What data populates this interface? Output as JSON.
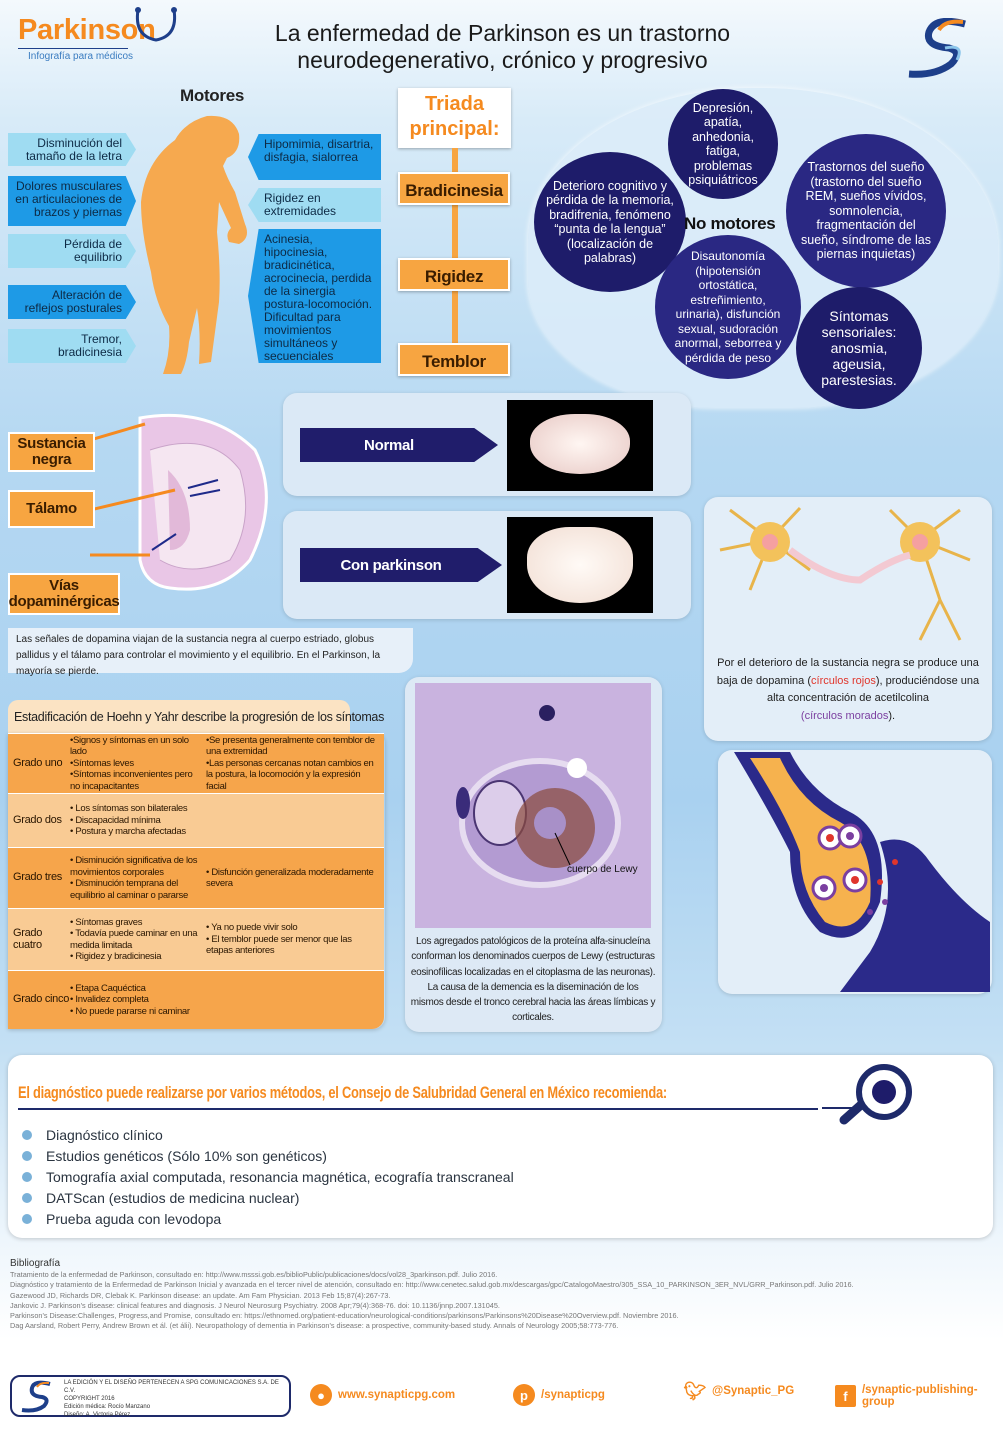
{
  "header": {
    "logo": "Parkinson",
    "logo_sub": "Infografía para médicos",
    "title_line1": "La enfermedad de Parkinson es un trastorno",
    "title_line2": "neurodegenerativo, crónico y progresivo"
  },
  "motores": {
    "title": "Motores",
    "left": [
      "Disminución del tamaño de la letra",
      "Dolores musculares en articulaciones de brazos y piernas",
      "Pérdida de equilibrio",
      "Alteración de reflejos posturales",
      "Tremor, bradicinesia"
    ],
    "right": [
      "Hipomimia, disartria, disfagia, sialorrea",
      "Rigidez en extremidades",
      "Acinesia, hipocinesia, bradicinética, acrocinecia, perdida de la sinergia postura-locomoción. Dificultad para movimientos simultáneos y secuenciales"
    ]
  },
  "triada": {
    "title": "Triada principal:",
    "items": [
      "Bradicinesia",
      "Rigidez",
      "Temblor"
    ]
  },
  "no_motores": {
    "title": "No motores",
    "items": [
      "Depresión, apatía, anhedonia, fatiga, problemas psiquiátricos",
      "Deterioro cognitivo y pérdida de la memoria, bradifrenia, fenómeno “punta de la lengua” (localización de palabras)",
      "Trastornos del sueño (trastorno del sueño REM, sueños vívidos, somnolencia, fragmentación del sueño, síndrome de las piernas inquietas)",
      "Disautonomía (hipotensión ortostática, estreñimiento, urinaria), disfunción sexual, sudoración anormal, seborrea y pérdida de peso",
      "Síntomas sensoriales: anosmia, ageusia, parestesias."
    ]
  },
  "brain": {
    "labels": [
      "Sustancia negra",
      "Tálamo",
      "Vías dopaminérgicas"
    ],
    "caption": "Las  señales de dopamina viajan de la sustancia negra al cuerpo  estriado, globus pallidus y el tálamo para controlar el movimiento y el equilibrio. En el Parkinson, la mayoría se pierde.",
    "normal": "Normal",
    "parkinson": "Con parkinson"
  },
  "neuron": {
    "caption_a": "Por el deterioro de la sustancia negra se produce una baja de dopamina (",
    "red": "círculos rojos",
    "caption_b": "), produciéndose una alta concentración de acetilcolina",
    "purple_open": "(",
    "purple": "círculos morados",
    "caption_c": ").",
    "red_color": "#e0352b",
    "purple_color": "#7b3fa0"
  },
  "hoehn": {
    "title": "Estadificación de Hoehn y Yahr describe la progresión de los síntomas",
    "rows": [
      {
        "grade": "Grado uno",
        "c1": [
          "•Signos y síntomas en un solo lado",
          "•Síntomas leves",
          "•Síntomas inconvenientes pero no incapacitantes"
        ],
        "c2": [
          "•Se presenta generalmente con temblor de una extremidad",
          "•Las personas cercanas notan cambios en la postura, la locomoción y la expresión facial"
        ]
      },
      {
        "grade": "Grado dos",
        "c1": [
          "• Los síntomas son bilaterales",
          "• Discapacidad mínima",
          "• Postura y marcha afectadas"
        ],
        "c2": []
      },
      {
        "grade": "Grado tres",
        "c1": [
          "• Disminución significativa de los movimientos corporales",
          "• Disminución temprana del equilibrio al caminar o pararse"
        ],
        "c2": [
          "• Disfunción generalizada moderadamente severa"
        ]
      },
      {
        "grade": "Grado cuatro",
        "c1": [
          "• Síntomas graves",
          "• Todavía puede caminar en una medida limitada",
          "• Rigidez y bradicinesia"
        ],
        "c2": [
          "• Ya no puede vivir solo",
          "• El temblor puede ser menor que las etapas anteriores"
        ]
      },
      {
        "grade": "Grado cinco",
        "c1": [
          "• Etapa Caquéctica",
          "• Invalidez completa",
          "• No puede pararse ni caminar"
        ],
        "c2": []
      }
    ]
  },
  "lewy": {
    "label": "cuerpo de Lewy",
    "caption": "Los agregados patológicos de la proteína alfa-sinucleína conforman los denominados cuerpos de Lewy (estructuras eosinofílicas localizadas en el citoplasma de las neuronas). La causa de la demencia es la diseminación de los mismos desde el tronco cerebral hacia las áreas límbicas y corticales."
  },
  "diagnosis": {
    "title": "El diagnóstico puede realizarse por varios métodos, el Consejo de Salubridad General en México recomienda:",
    "items": [
      "Diagnóstico clínico",
      "Estudios genéticos (Sólo 10% son genéticos)",
      "Tomografía axial computada, resonancia magnética, ecografía transcraneal",
      "DATScan (estudios de medicina nuclear)",
      "Prueba aguda con levodopa"
    ]
  },
  "bibliography": {
    "title": "Bibliografía",
    "items": [
      "Tratamiento de la enfermedad de Parkinson, consultado en: http://www.msssi.gob.es/biblioPublic/publicaciones/docs/vol28_3parkinson.pdf. Julio 2016.",
      "Diagnóstico y tratamiento de la Enfermedad de Parkinson Inicial y avanzada en el tercer nivel de atención, consultado en: http://www.cenetec.salud.gob.mx/descargas/gpc/CatalogoMaestro/305_SSA_10_PARKINSON_3ER_NVL/GRR_Parkinson.pdf. Julio 2016.",
      "Gazewood JD, Richards DR, Clebak K. Parkinson disease: an update. Am Fam Physician. 2013 Feb 15;87(4):267-73.",
      "Jankovic J. Parkinson's disease: clinical features and diagnosis. J Neurol Neurosurg Psychiatry. 2008 Apr;79(4):368-76. doi: 10.1136/jnnp.2007.131045.",
      "Parkinson's Disease:Challenges, Progress,and Promise, consultado en: https://ethnomed.org/patient-education/neurological-conditions/parkinsons/Parkinsons%20Disease%20Overview.pdf. Noviembre 2016.",
      "Dag Aarsland, Robert Perry, Andrew Brown et ál. (et álii). Neuropathology of dementia in Parkinson's disease: a prospective, community-based study. Annals of Neurology 2005;58:773-776."
    ]
  },
  "footer": {
    "credits": [
      "LA EDICIÓN Y EL DISEÑO PERTENECEN A SPG COMUNICACIONES S.A. DE C.V.",
      "COPYRIGHT 2016",
      "Edición médica: Rocío Manzano",
      "Diseño: A. Victoria Pérez"
    ],
    "web": "www.synapticpg.com",
    "pinterest": "/synapticpg",
    "twitter": "@Synaptic_PG",
    "facebook": "/synaptic-publishing-group"
  },
  "colors": {
    "orange": "#f7941d",
    "navy": "#1e1c6a",
    "blue": "#1e9ae6",
    "light_blue": "#9fdcf2"
  }
}
